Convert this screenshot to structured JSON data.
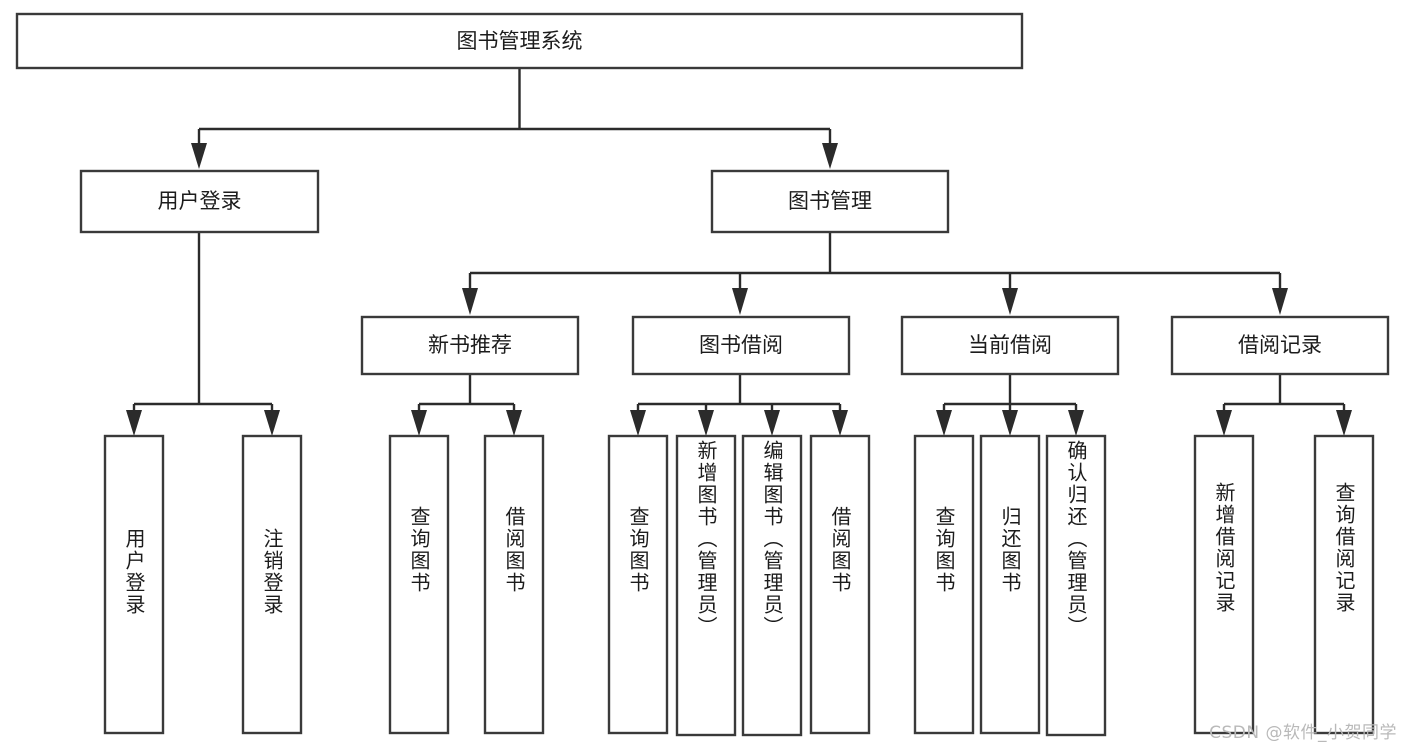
{
  "diagram": {
    "type": "tree",
    "title": "图书管理系统",
    "watermark": "CSDN @软件_小贺同学",
    "colors": {
      "box_stroke": "#3a3a3a",
      "connector": "#2b2b2b",
      "text": "#1c1c1c",
      "background": "#ffffff",
      "watermark": "#b9b9b9"
    },
    "levels": {
      "root": {
        "label": "图书管理系统"
      },
      "level2": [
        {
          "label": "用户登录"
        },
        {
          "label": "图书管理"
        }
      ],
      "level3": [
        {
          "label": "新书推荐"
        },
        {
          "label": "图书借阅"
        },
        {
          "label": "当前借阅"
        },
        {
          "label": "借阅记录"
        }
      ]
    },
    "leaves": {
      "user_login": [
        {
          "label": "用户登录"
        },
        {
          "label": "注销登录"
        }
      ],
      "new_book_recommend": [
        {
          "label": "查询图书"
        },
        {
          "label": "借阅图书"
        }
      ],
      "book_borrow": [
        {
          "label": "查询图书"
        },
        {
          "label": "新增图书（管理员）"
        },
        {
          "label": "编辑图书（管理员）"
        },
        {
          "label": "借阅图书"
        }
      ],
      "current_borrow": [
        {
          "label": "查询图书"
        },
        {
          "label": "归还图书"
        },
        {
          "label": "确认归还（管理员）"
        }
      ],
      "borrow_record": [
        {
          "label": "新增借阅记录"
        },
        {
          "label": "查询借阅记录"
        }
      ]
    }
  }
}
